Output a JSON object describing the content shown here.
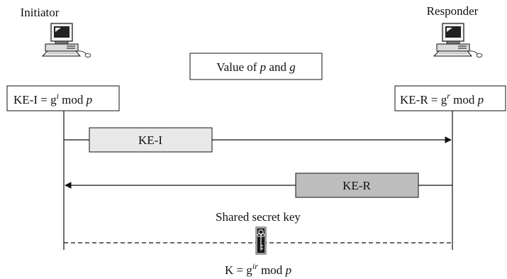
{
  "initiator": {
    "label": "Initiator",
    "icon": "computer-icon",
    "formula": {
      "prefix": "KE-I = g",
      "superscript": "i",
      "suffix": " mod ",
      "var": "p"
    }
  },
  "responder": {
    "label": "Responder",
    "icon": "computer-icon",
    "formula": {
      "prefix": "KE-R = g",
      "superscript": "r",
      "suffix": " mod ",
      "var": "p"
    }
  },
  "public_values": {
    "prefix": "Value of ",
    "p": "p",
    "and": " and ",
    "g": "g"
  },
  "messages": [
    {
      "label": "KE-I",
      "direction": "initiator-to-responder",
      "color": "#e8e8e8"
    },
    {
      "label": "KE-R",
      "direction": "responder-to-initiator",
      "color": "#bdbdbd"
    }
  ],
  "shared": {
    "label": "Shared secret key",
    "icon": "key-icon",
    "formula": {
      "prefix": "K = g",
      "superscript": "ir",
      "suffix": " mod ",
      "var": "p"
    }
  }
}
